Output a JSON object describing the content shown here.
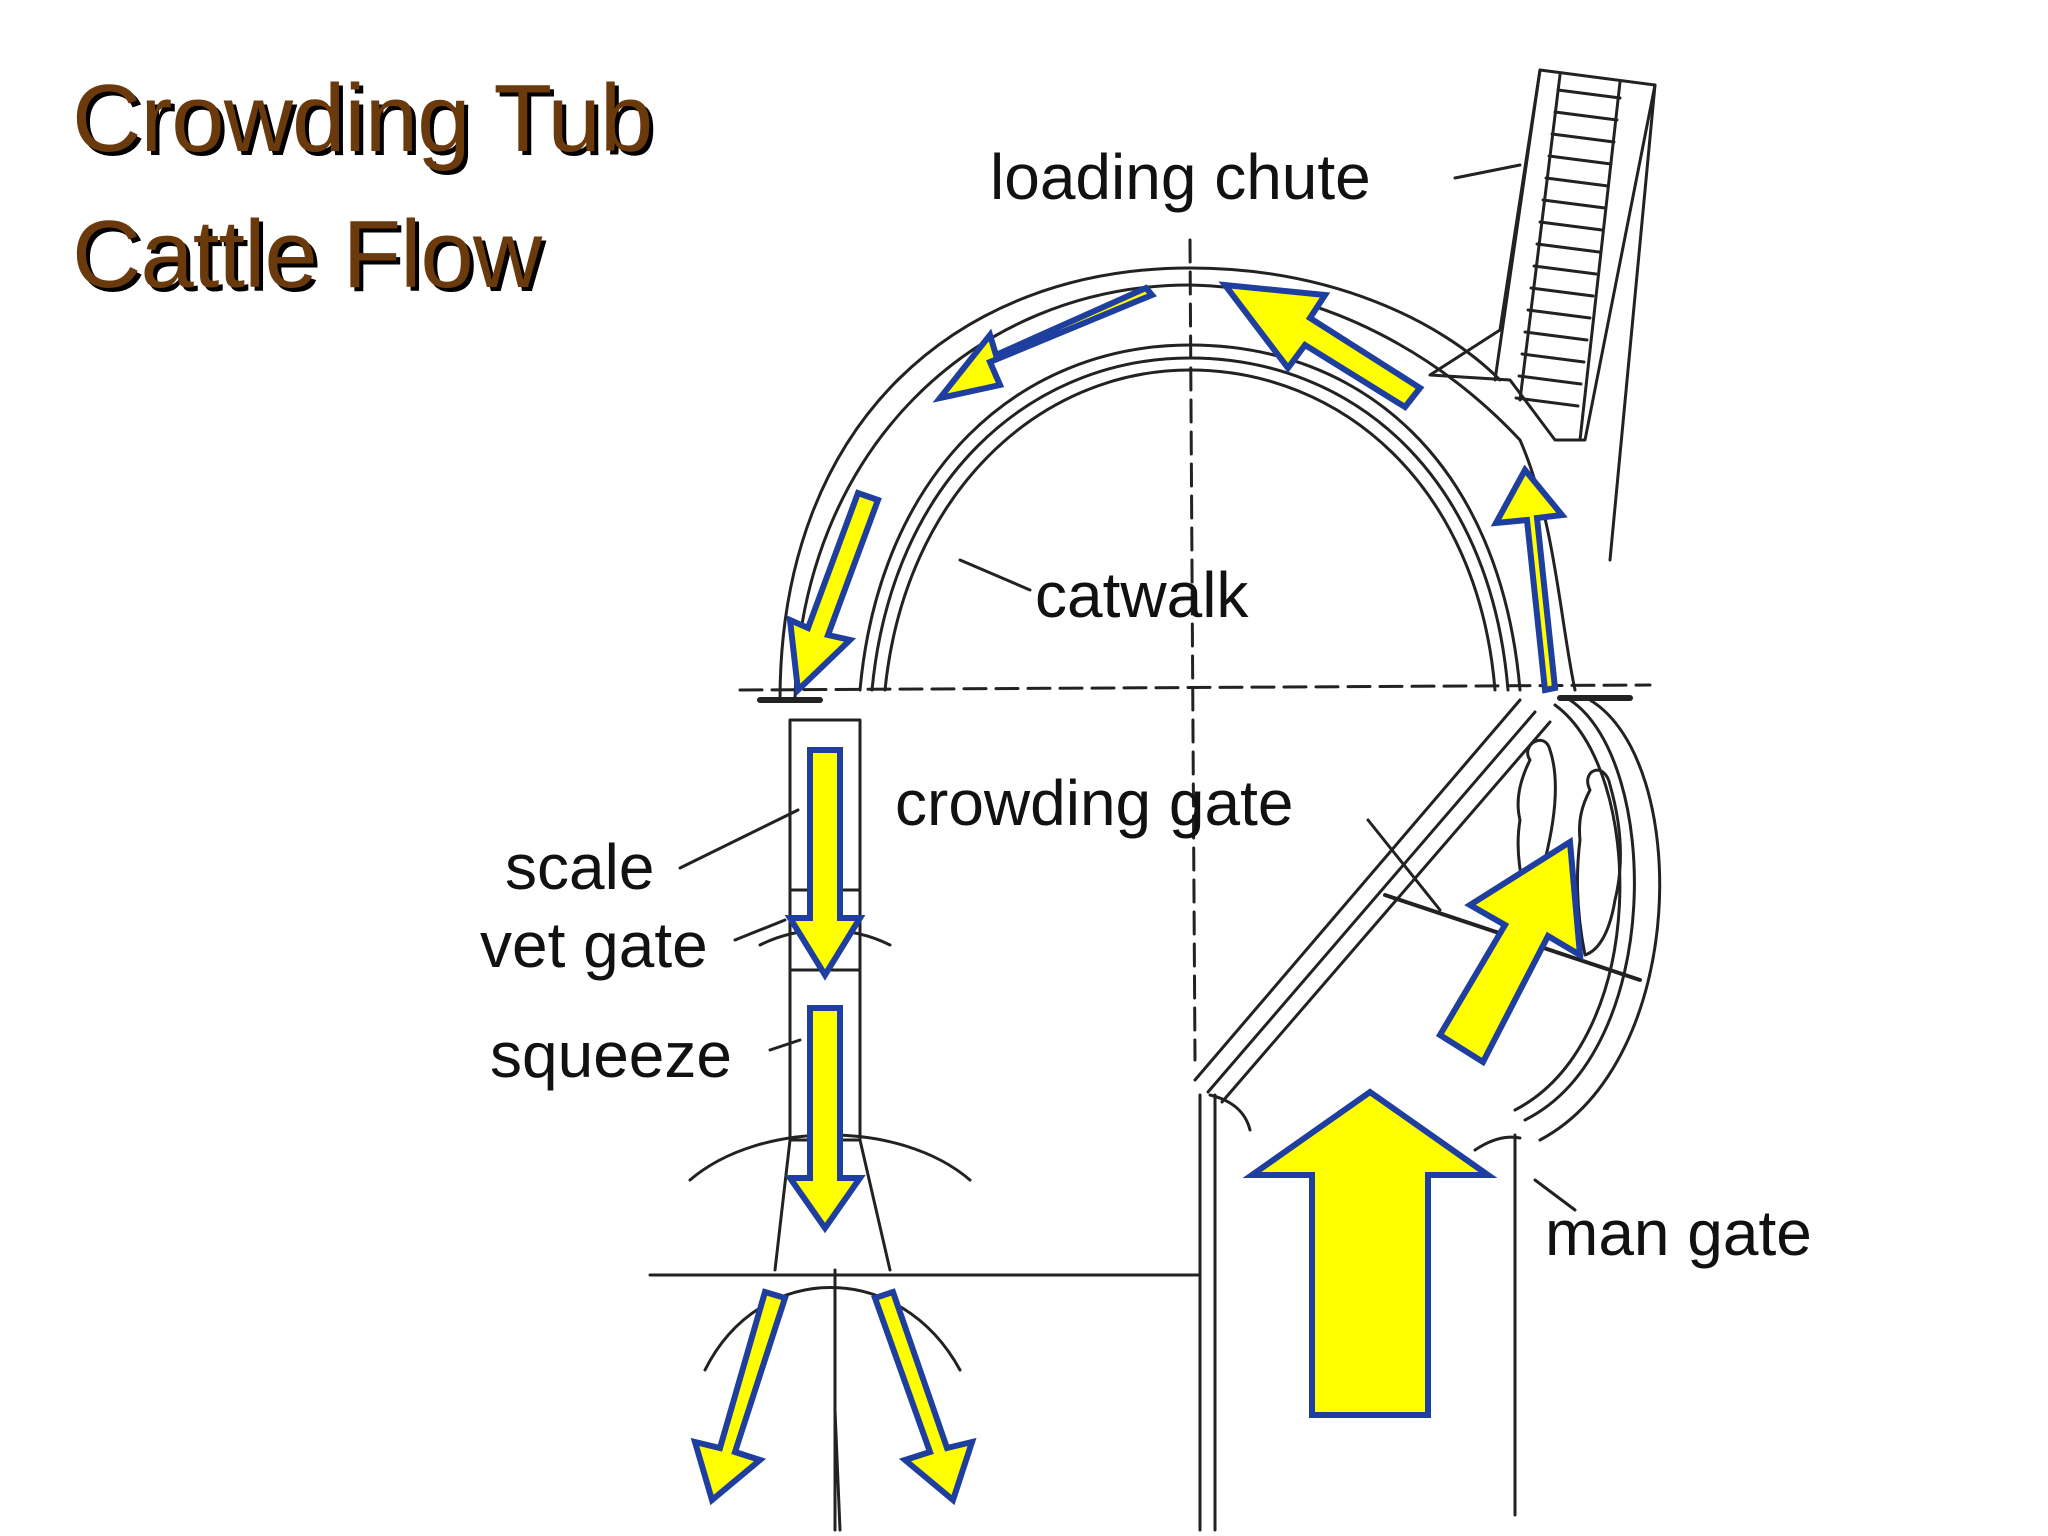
{
  "title": {
    "line1": "Crowding Tub",
    "line2": "Cattle Flow"
  },
  "labels": {
    "loading_chute": "loading chute",
    "catwalk": "catwalk",
    "crowding_gate": "crowding gate",
    "scale": "scale",
    "vet_gate": "vet gate",
    "squeeze": "squeeze",
    "man_gate": "man gate"
  },
  "colors": {
    "title_text": "#6b3a0c",
    "title_shadow": "#000000",
    "arrow_fill": "#ffff00",
    "arrow_stroke": "#1f3fa0",
    "line_art": "#222222"
  }
}
